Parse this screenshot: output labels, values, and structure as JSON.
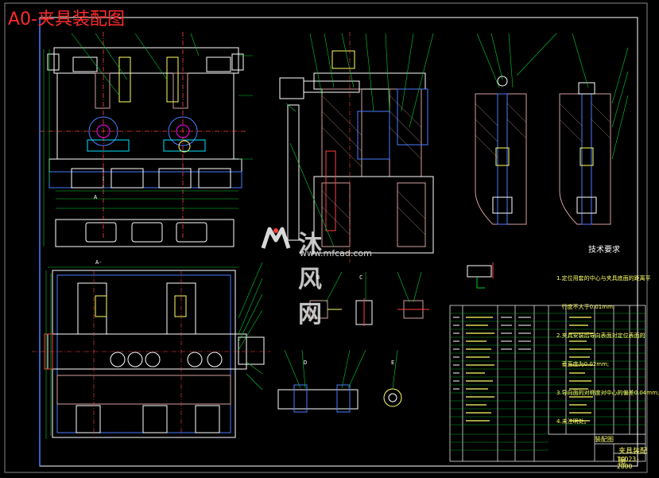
{
  "drawing": {
    "title": "A0-夹具装配图",
    "watermark_main": "沐风网",
    "watermark_sub": "www.mfcad.com",
    "tech_requirements_title": "技术要求",
    "tech_requirements": [
      "1.定位用套的中心与夹具底面的距离平",
      "   行度不大于0.01mm;",
      "2.夹具安装后导向表面对定位表面的",
      "   垂直度为0.02mm;",
      "3.导向面的对称度对中心的偏差0.04mm;",
      "4.未注明处。"
    ],
    "view_labels": [
      "A",
      "A-",
      "B",
      "C",
      "D",
      "E"
    ],
    "title_block": {
      "sheet_name": "装配图",
      "drawing_name": "夹具装配图",
      "drawing_code": "TGD23-2000"
    },
    "colors": {
      "background": "#000000",
      "title": "#ff2a2a",
      "outline": "#ffffff",
      "center": "#ff4040",
      "dimension": "#00cc33",
      "section": "#d4a0a0",
      "blue": "#4a7dff",
      "cyan": "#00e5ff",
      "magenta": "#ff00ff",
      "yellow": "#ffff66"
    }
  }
}
